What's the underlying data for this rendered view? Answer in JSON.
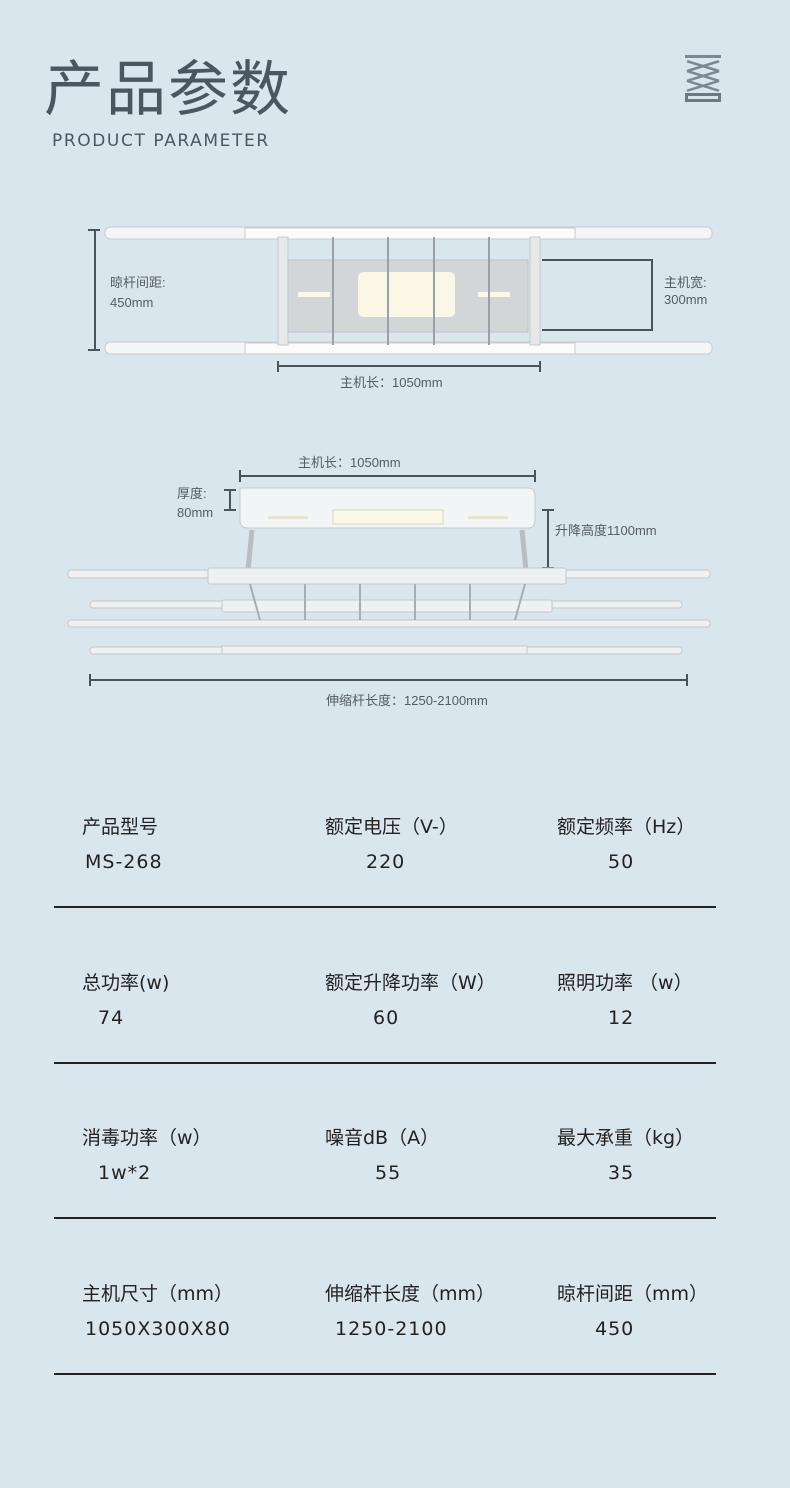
{
  "header": {
    "title": "产品参数",
    "subtitle": "PRODUCT PARAMETER",
    "icon": "scissor-lift-icon"
  },
  "top_view": {
    "rail_spacing_label": "晾杆间距:",
    "rail_spacing_value": "450mm",
    "width_label": "主机宽:",
    "width_value": "300mm",
    "length_label": "主机长：1050mm"
  },
  "side_view": {
    "length_label": "主机长：1050mm",
    "thickness_label": "厚度:",
    "thickness_value": "80mm",
    "lift_label": "升降高度1100mm",
    "rod_label": "伸缩杆长度：1250-2100mm"
  },
  "specs": [
    [
      {
        "label": "产品型号",
        "value": "MS-268"
      },
      {
        "label": "额定电压（V-）",
        "value": "220"
      },
      {
        "label": "额定频率（Hz）",
        "value": "50"
      }
    ],
    [
      {
        "label": "总功率(w)",
        "value": "74"
      },
      {
        "label": "额定升降功率（W）",
        "value": "60"
      },
      {
        "label": "照明功率 （w）",
        "value": "12"
      }
    ],
    [
      {
        "label": "消毒功率（w）",
        "value": "1w*2"
      },
      {
        "label": "噪音dB（A）",
        "value": "55"
      },
      {
        "label": "最大承重（kg）",
        "value": "35"
      }
    ],
    [
      {
        "label": "主机尺寸（mm）",
        "value": "1050X300X80"
      },
      {
        "label": "伸缩杆长度（mm）",
        "value": "1250-2100"
      },
      {
        "label": "晾杆间距（mm）",
        "value": "450"
      }
    ]
  ]
}
